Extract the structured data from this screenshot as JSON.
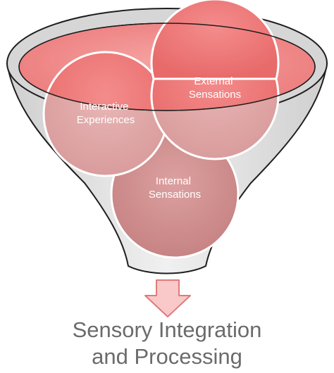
{
  "circles": [
    {
      "id": "interactive",
      "lines": [
        "Interactive",
        "Experiences"
      ]
    },
    {
      "id": "external",
      "lines": [
        "External",
        "Sensations"
      ]
    },
    {
      "id": "internal",
      "lines": [
        "Internal",
        "Sensations"
      ]
    }
  ],
  "caption": {
    "line1": "Sensory Integration",
    "line2": "and Processing"
  },
  "colors": {
    "funnel_fill": "#e2e2e2",
    "funnel_stroke": "#1e1e1e",
    "rim_fill": "#f08a8a",
    "circle_top": "#f07777",
    "circle_bottom": "#c98a8a",
    "arrow_fill": "#f9c9c9",
    "arrow_stroke": "#e07a7a",
    "caption_text": "#6b6b6b"
  }
}
